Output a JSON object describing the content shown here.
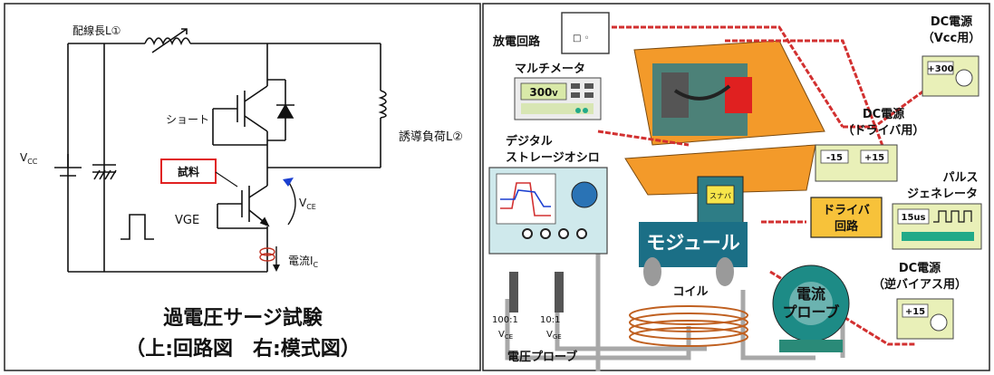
{
  "left_panel": {
    "labels": {
      "wiring_length": "配線長L①",
      "inductive_load": "誘導負荷L②",
      "short": "ショート",
      "sample": "試料",
      "vcc": "V",
      "vcc_sub": "CC",
      "vge": "VGE",
      "vce": "V",
      "vce_sub": "CE",
      "current": "電流I",
      "current_sub": "C"
    },
    "caption": {
      "line1": "過電圧サージ試験",
      "line2": "（上:回路図　右:模式図）"
    }
  },
  "right_panel": {
    "labels": {
      "discharge_circuit": "放電回路",
      "multimeter": "マルチメータ",
      "multimeter_display": "300",
      "multimeter_unit": "V",
      "oscilloscope_line1": "デジタル",
      "oscilloscope_line2": "ストレージオシロ",
      "dc_vcc_line1": "DC電源",
      "dc_vcc_line2": "（Vcc用）",
      "dc_vcc_display": "+300",
      "dc_driver_line1": "DC電源",
      "dc_driver_line2": "（ドライバ用）",
      "dc_driver_display1": "-15",
      "dc_driver_display2": "+15",
      "pulse_line1": "パルス",
      "pulse_line2": "ジェネレータ",
      "pulse_display": "15us",
      "driver_line1": "ドライバ",
      "driver_line2": "回路",
      "module": "モジュール",
      "coil": "コイル",
      "current_probe_line1": "電流",
      "current_probe_line2": "プローブ",
      "dc_reverse_line1": "DC電源",
      "dc_reverse_line2": "（逆バイアス用）",
      "dc_reverse_display": "+15",
      "voltage_probe": "電圧プローブ",
      "probe1_ratio": "100:1",
      "probe2_ratio": "10:1",
      "probe_vce": "V",
      "probe_vce_sub": "CE",
      "probe_vge": "V",
      "probe_vge_sub": "GE",
      "snubber": "スナバ"
    }
  },
  "colors": {
    "sample_box_border": "#e02020",
    "driver_box_fill": "#f7c23a",
    "module_label_fill": "#1b6f86",
    "probe_label_fill": "#1d8b86",
    "wire_red": "#d23030",
    "breadboard_orange": "#f39a2a",
    "scope_body": "#cfe9ec"
  }
}
